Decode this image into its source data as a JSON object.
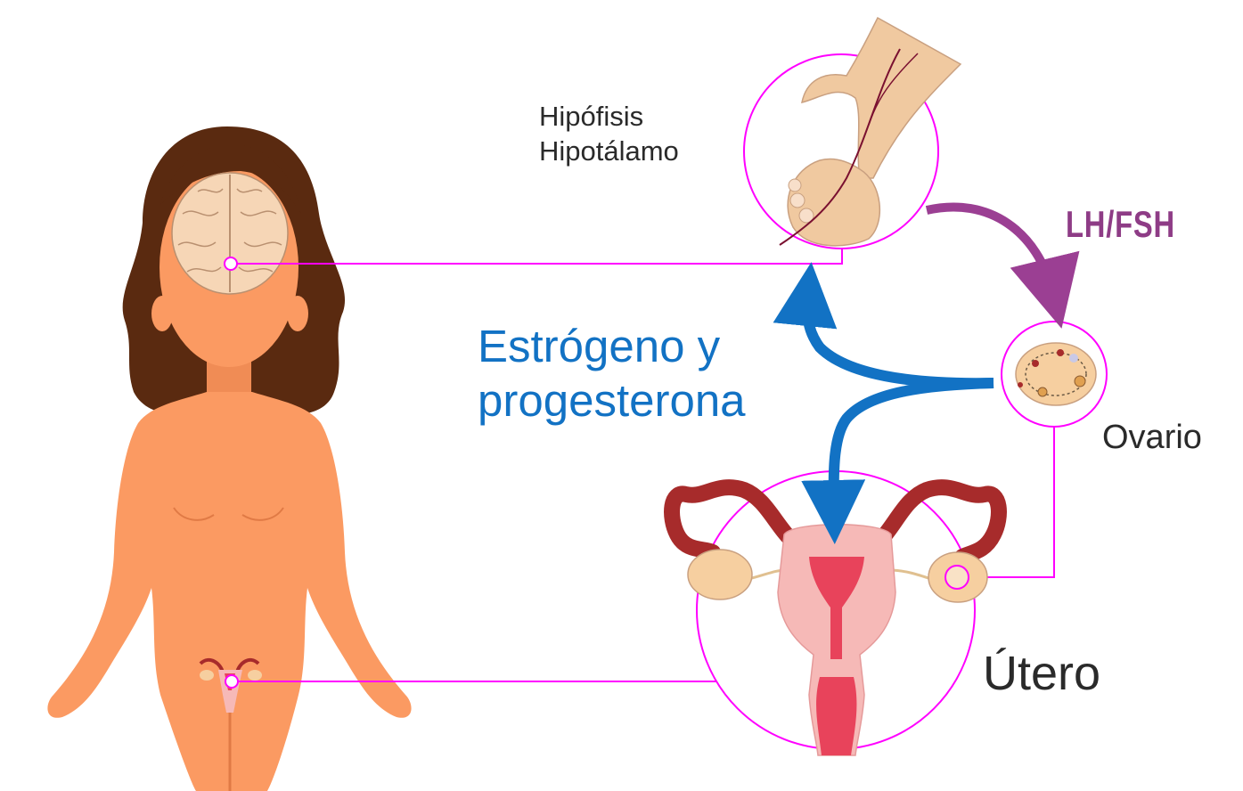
{
  "labels": {
    "pituitary_line1": "Hipófisis",
    "pituitary_line2": "Hipotálamo",
    "hormones_lh_fsh": "LH/FSH",
    "hormones_estrogen_line1": "Estrógeno y",
    "hormones_estrogen_line2": "progesterona",
    "ovary": "Ovario",
    "uterus": "Útero"
  },
  "colors": {
    "connector_magenta": "#ff00ff",
    "lh_fsh_arrow": "#9b3f93",
    "estrogen_arrow": "#1272c4",
    "skin": "#fb9a62",
    "hair": "#5a2a10",
    "brain": "#f6d6b6",
    "uterus_red": "#a72b2b",
    "uterus_pink": "#f6b9b7",
    "uterus_inner": "#e8435b",
    "ovary_beige": "#f6cfa0"
  }
}
